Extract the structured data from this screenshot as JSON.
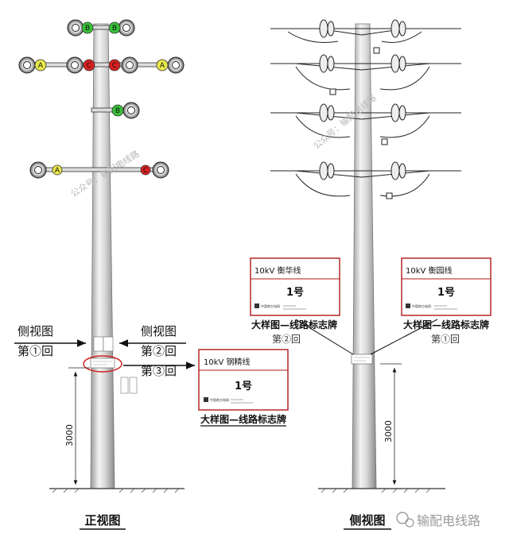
{
  "front_view": {
    "phase_b": "B",
    "phase_a": "A",
    "phase_c": "C",
    "side_view_label": "侧视图",
    "circuit_1": "第①回",
    "circuit_2": "第②回",
    "circuit_3": "第③回",
    "height_dim": "3000",
    "title": "正视图",
    "sign": {
      "line_name": "10kV  钢精线",
      "number": "1号",
      "org": "中国南方电网",
      "caption": "大样图—线路标志牌"
    }
  },
  "side_view": {
    "sign_left": {
      "line_name": "10kV  衡华线",
      "number": "1号",
      "org": "中国南方电网",
      "caption": "大样图—线路标志牌",
      "circuit": "第②回"
    },
    "sign_right": {
      "line_name": "10kV  衡园线",
      "number": "1号",
      "org": "中国南方电网",
      "caption": "大样图—线路标志牌",
      "circuit": "第①回"
    },
    "height_dim": "3000",
    "title": "侧视图"
  },
  "watermark": {
    "diagonal": "公众号：输配电线路",
    "logo_text": "输配电线路"
  },
  "colors": {
    "phase_a": "#e8e84a",
    "phase_b": "#38c038",
    "phase_c": "#d82020",
    "sign_border": "#b01818",
    "highlight": "#d02020"
  }
}
